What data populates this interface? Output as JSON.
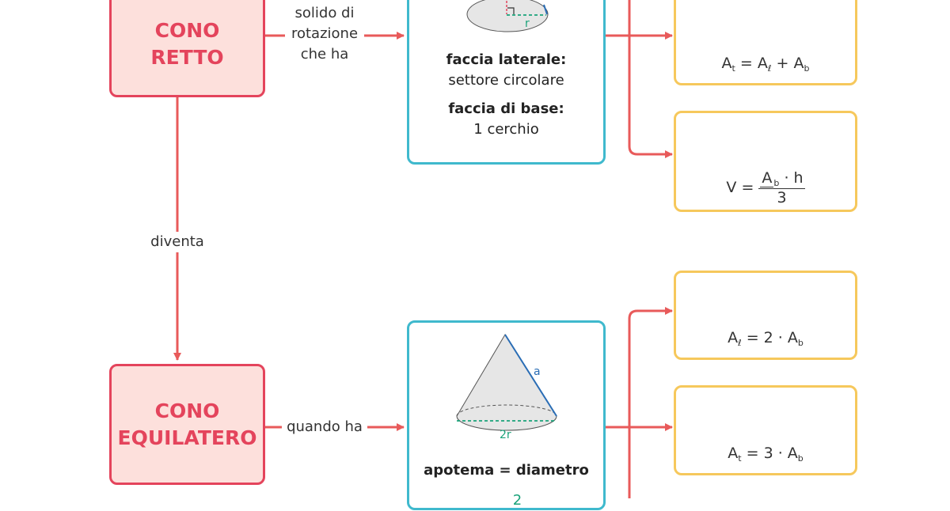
{
  "cono_retto": {
    "line1": "CONO",
    "line2": "RETTO"
  },
  "cono_equilatero": {
    "line1": "CONO",
    "line2": "EQUILATERO"
  },
  "labels": {
    "solido_line1": "solido di",
    "solido_line2": "rotazione",
    "solido_line3": "che ha",
    "diventa": "diventa",
    "quando_ha": "quando ha"
  },
  "top_card": {
    "radius_label": "r",
    "lateral_title": "faccia laterale:",
    "lateral_value": "settore circolare",
    "base_title": "faccia di base:",
    "base_value": "1 cerchio"
  },
  "bottom_card": {
    "apothem_label": "a",
    "diameter_label": "2r",
    "relation": "apotema = diametro",
    "formula_partial": "2"
  },
  "formulas": {
    "total_area": {
      "lhs": "A",
      "lhs_sub": "t",
      "eq": "=",
      "a": "A",
      "a_sub": "ℓ",
      "plus": "+",
      "b": "A",
      "b_sub": "b"
    },
    "volume": {
      "lhs": "V",
      "eq": "=",
      "num": "A",
      "num_sub": "b",
      "num_rest": " · h",
      "den": "3"
    },
    "lateral_equi": {
      "lhs": "A",
      "lhs_sub": "ℓ",
      "rhs": "= 2 · A",
      "rhs_sub": "b"
    },
    "total_equi": {
      "lhs": "A",
      "lhs_sub": "t",
      "rhs": "= 3 · A",
      "rhs_sub": "b"
    }
  },
  "colors": {
    "red": "#e4445c",
    "cyan": "#3fb9cd",
    "yellow": "#f6c85c",
    "green": "#1aa37a",
    "blue": "#2a6db5"
  }
}
